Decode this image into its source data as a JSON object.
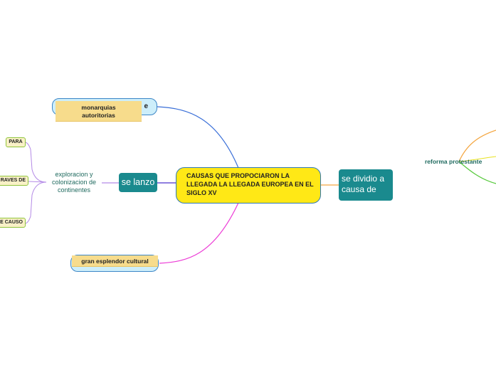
{
  "central_topic": "CAUSAS QUE PROPOCIARON LA LLEGADA  LA LLEGADA EUROPEA EN EL SIGLO XV",
  "nodes": {
    "monarquias": {
      "shell_suffix": "e",
      "label": "monarquias autoritorias"
    },
    "se_lanzo": {
      "label": "se lanzo"
    },
    "exploracion": {
      "label": "exploracion y colonizacion de continentes"
    },
    "para": {
      "label": "PARA"
    },
    "traves_de": {
      "label": "RAVES DE"
    },
    "causo": {
      "label": "E CAUSO"
    },
    "gran_esplendor": {
      "label": "gran esplendor cultural"
    },
    "se_dividio": {
      "label": "se dividio a causa de"
    },
    "reforma": {
      "label": "reforma protestante"
    }
  },
  "colors": {
    "central_fill": "#ffe816",
    "teal_node": "#1a8a8e",
    "yellow_box": "#f7dc8c",
    "edge_blue": "#3a6fd8",
    "edge_purple": "#6a55d6",
    "edge_magenta": "#ec3bd6",
    "edge_orange": "#f4a640",
    "edge_green": "#56c93b",
    "edge_lavender": "#b48ae6"
  }
}
